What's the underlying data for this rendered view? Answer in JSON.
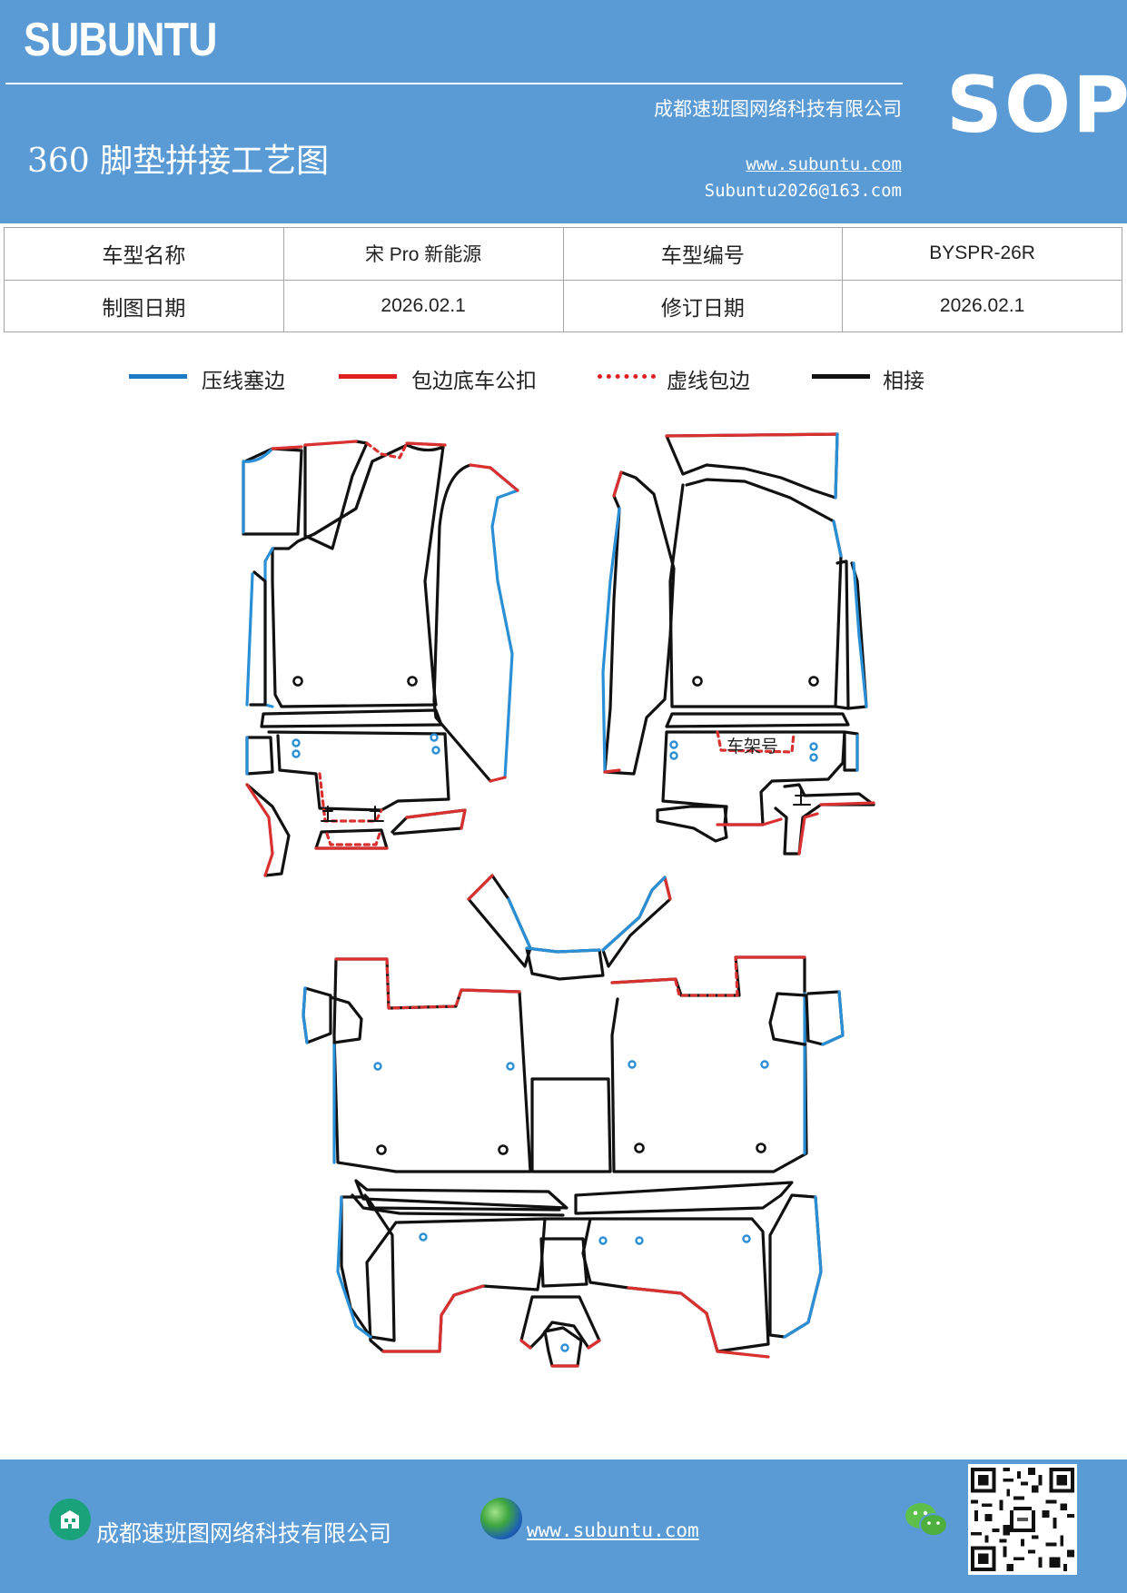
{
  "header": {
    "brand": "SUBUNTU",
    "badge": "SOP",
    "title": "360 脚垫拼接工艺图",
    "company": "成都速班图网络科技有限公司",
    "website": "www.subuntu.com",
    "email": "Subuntu2026@163.com"
  },
  "info_table": {
    "rows": [
      [
        {
          "label": "车型名称",
          "value": "宋 Pro 新能源"
        },
        {
          "label": "车型编号",
          "value": "BYSPR-26R"
        }
      ],
      [
        {
          "label": "制图日期",
          "value": "2026.02.1"
        },
        {
          "label": "修订日期",
          "value": "2026.02.1"
        }
      ]
    ]
  },
  "legend": [
    {
      "label": "压线塞边",
      "color": "#1e7ac4",
      "style": "solid"
    },
    {
      "label": "包边底车公扣",
      "color": "#e02020",
      "style": "solid"
    },
    {
      "label": "虚线包边",
      "color": "#e02020",
      "style": "dotted"
    },
    {
      "label": "相接",
      "color": "#111111",
      "style": "solid"
    }
  ],
  "drawing": {
    "frame_label": "车架号",
    "colors": {
      "press": "#2b8fd6",
      "wrap": "#d93030",
      "join": "#111111"
    }
  },
  "footer": {
    "company": "成都速班图网络科技有限公司",
    "website": "www.subuntu.com",
    "icons": [
      "building-icon",
      "globe-icon",
      "wechat-icon",
      "qr-code"
    ]
  }
}
